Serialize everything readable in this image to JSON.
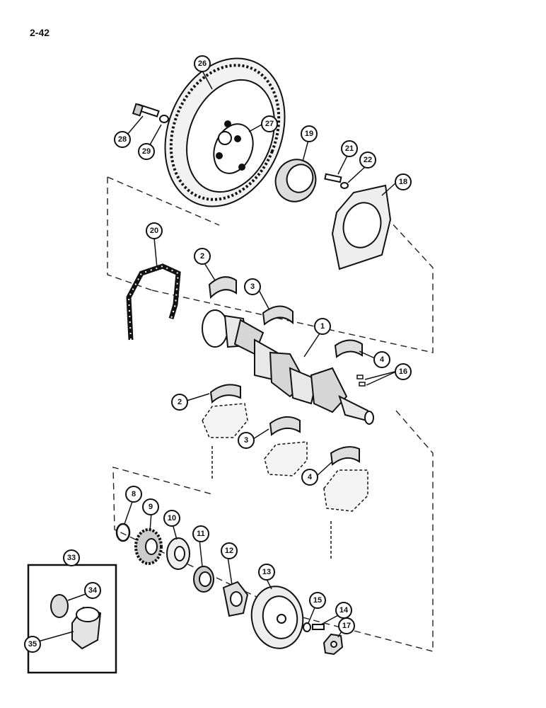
{
  "page_number": "2-42",
  "callouts": [
    {
      "id": "26",
      "part": "flywheel-ring-gear"
    },
    {
      "id": "27",
      "part": "flywheel-face"
    },
    {
      "id": "28",
      "part": "flywheel-bolt"
    },
    {
      "id": "29",
      "part": "flywheel-washer"
    },
    {
      "id": "19",
      "part": "rear-oil-seal"
    },
    {
      "id": "21",
      "part": "retainer-bolt"
    },
    {
      "id": "22",
      "part": "retainer-washer"
    },
    {
      "id": "18",
      "part": "rear-seal-retainer"
    },
    {
      "id": "20",
      "part": "retainer-gasket"
    },
    {
      "id": "2",
      "part": "bearing-shell-upper"
    },
    {
      "id": "3",
      "part": "bearing-shell-upper-center"
    },
    {
      "id": "1",
      "part": "crankshaft"
    },
    {
      "id": "4",
      "part": "bearing-shell-upper-front"
    },
    {
      "id": "16",
      "part": "woodruff-keys"
    },
    {
      "id": "2",
      "part": "bearing-shell-lower"
    },
    {
      "id": "3",
      "part": "bearing-shell-lower-center"
    },
    {
      "id": "4",
      "part": "bearing-shell-lower-front"
    },
    {
      "id": "8",
      "part": "snap-ring"
    },
    {
      "id": "9",
      "part": "crankshaft-gear"
    },
    {
      "id": "10",
      "part": "oil-slinger"
    },
    {
      "id": "11",
      "part": "front-seal"
    },
    {
      "id": "12",
      "part": "pulley-hub"
    },
    {
      "id": "13",
      "part": "pulley"
    },
    {
      "id": "15",
      "part": "washer"
    },
    {
      "id": "14",
      "part": "bolt"
    },
    {
      "id": "17",
      "part": "pulley-nut"
    },
    {
      "id": "33",
      "part": "wear-sleeve-kit"
    },
    {
      "id": "34",
      "part": "wear-sleeve"
    },
    {
      "id": "35",
      "part": "installer-tool"
    }
  ]
}
